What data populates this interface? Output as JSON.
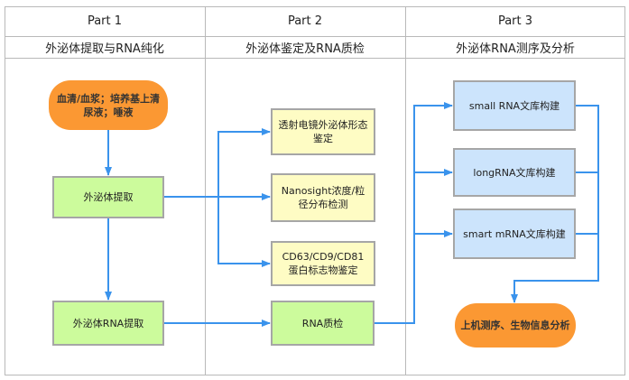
{
  "columns": [
    {
      "part": "Part 1",
      "title": "外泌体提取与RNA纯化"
    },
    {
      "part": "Part 2",
      "title": "外泌体鉴定及RNA质检"
    },
    {
      "part": "Part 3",
      "title": "外泌体RNA测序及分析"
    }
  ],
  "nodes": {
    "source": "血清/血浆；培养基上清\n尿液；唾液",
    "exosome_extraction": "外泌体提取",
    "exosome_rna_extraction": "外泌体RNA提取",
    "tem": "透射电镜外泌体形态\n鉴定",
    "nanosight": "Nanosight浓度/粒\n径分布检测",
    "cd_markers": "CD63/CD9/CD81\n蛋白标志物鉴定",
    "rna_qc": "RNA质检",
    "small_rna": "small RNA文库构建",
    "long_rna": "longRNA文库构建",
    "smart_mrna": "smart mRNA文库构建",
    "sequencing": "上机测序、生物信息分析"
  },
  "colors": {
    "arrow": "#3a93ec",
    "pill": "#fb9833",
    "green": "#ccfb9c",
    "yellow": "#fefcc4",
    "blue": "#cce4fc",
    "border": "#a6a6a6"
  }
}
